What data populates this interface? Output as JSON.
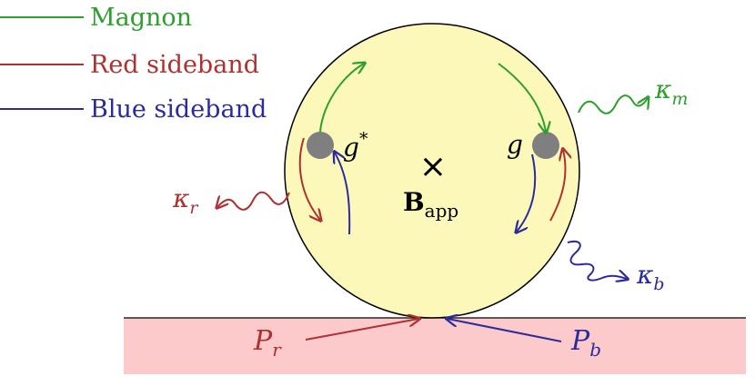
{
  "legend": {
    "items": [
      {
        "label": "Magnon",
        "color": "#2ca02c"
      },
      {
        "label": "Red sideband",
        "color": "#b03030"
      },
      {
        "label": "Blue sideband",
        "color": "#2b2b9e"
      }
    ]
  },
  "sphere": {
    "fill": "#fbf8b9",
    "field_symbol": "×",
    "field_label": "B",
    "field_subscript": "app"
  },
  "couplings": {
    "left_label": "g",
    "left_superscript": "*",
    "right_label": "g"
  },
  "decay": {
    "magnon": {
      "symbol": "κ",
      "subscript": "m"
    },
    "red": {
      "symbol": "κ",
      "subscript": "r"
    },
    "blue": {
      "symbol": "κ",
      "subscript": "b"
    }
  },
  "drives": {
    "red": {
      "symbol": "P",
      "subscript": "r"
    },
    "blue": {
      "symbol": "P",
      "subscript": "b"
    }
  },
  "waveguide": {
    "fill": "#fccaca"
  },
  "colors": {
    "green": "#2ca02c",
    "red": "#b03030",
    "blue": "#2b2b9e",
    "dot": "#7f7f7f"
  }
}
